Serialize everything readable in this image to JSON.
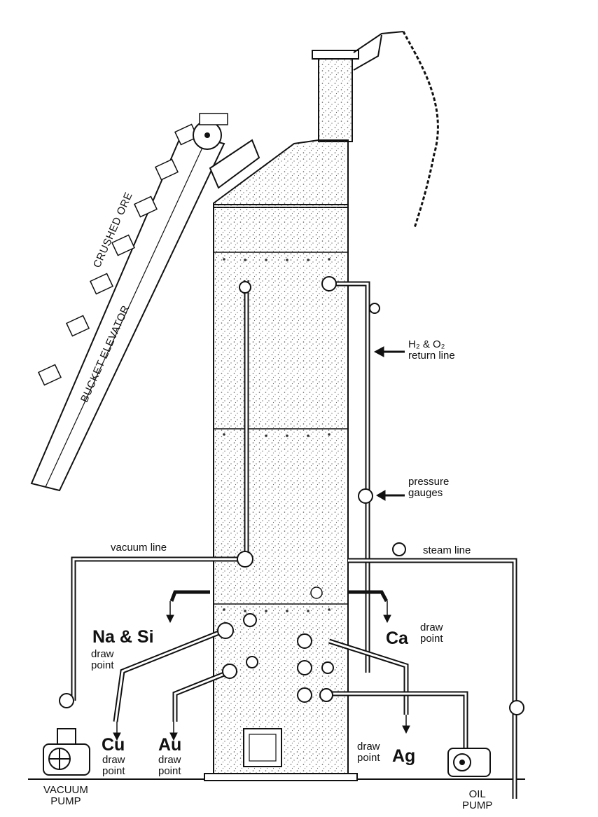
{
  "labels": {
    "crushed_ore": "CRUSHED ORE",
    "bucket_elevator": "BUCKET ELEVATOR",
    "h2_o2_line1": "H₂ & O₂",
    "h2_o2_line2": "return line",
    "pressure_gauges_line1": "pressure",
    "pressure_gauges_line2": "gauges",
    "vacuum_line": "vacuum line",
    "steam_line": "steam line",
    "vacuum_pump_line1": "VACUUM",
    "vacuum_pump_line2": "PUMP",
    "oil_pump_line1": "OIL",
    "oil_pump_line2": "PUMP",
    "draw": "draw",
    "point": "point",
    "na_si": "Na & Si",
    "ca": "Ca",
    "cu": "Cu",
    "au": "Au",
    "ag": "Ag"
  }
}
